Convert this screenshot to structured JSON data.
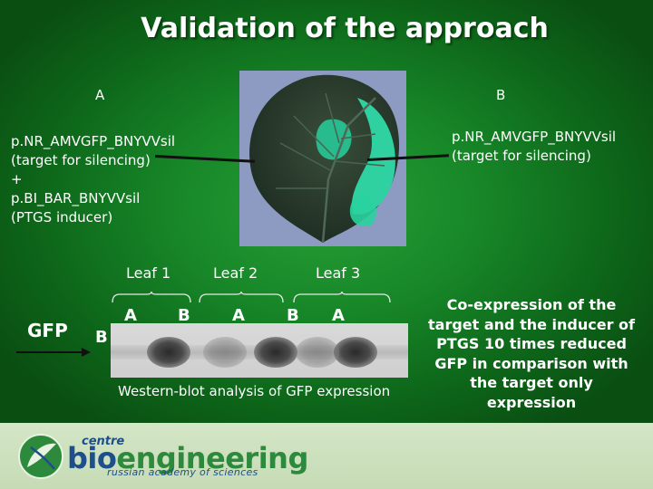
{
  "title": "Validation of the approach",
  "photo_labels": {
    "a": "A",
    "b": "B"
  },
  "left_text": {
    "line1": "p.NR_AMVGFP_BNYVVsil",
    "line2": "(target for silencing)",
    "line3": "+",
    "line4": "p.BI_BAR_BNYVVsil",
    "line5": "(PTGS inducer)"
  },
  "right_text": {
    "line1": "p.NR_AMVGFP_BNYVVsil",
    "line2": "(target for silencing)"
  },
  "leaves": [
    "Leaf 1",
    "Leaf 2",
    "Leaf 3"
  ],
  "lanes": [
    "A",
    "B",
    "A",
    "B",
    "A"
  ],
  "b_marker": "B",
  "gfp_label": "GFP",
  "blot_caption": "Western-blot analysis of GFP expression",
  "conclusion": {
    "line1": "Co-expression of the",
    "line2": "target and the inducer of",
    "line3": "PTGS 10 times reduced",
    "line4": "GFP in comparison with",
    "line5": "the target only",
    "line6": "expression"
  },
  "logo": {
    "centre": "centre",
    "bio": "bio",
    "engineering": "engineering",
    "subtitle": "russian academy of sciences"
  }
}
